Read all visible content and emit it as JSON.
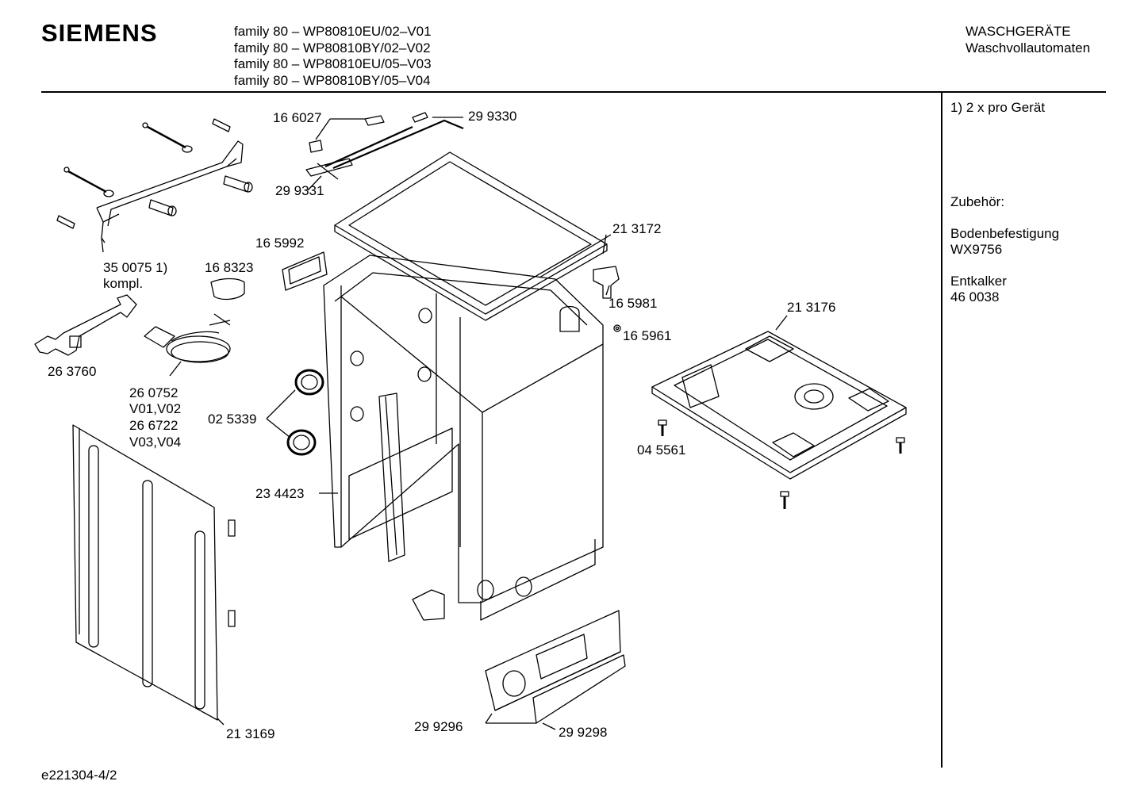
{
  "header": {
    "brand": "SIEMENS",
    "models": [
      "family 80 – WP80810EU/02–V01",
      "family 80 – WP80810BY/02–V02",
      "family 80 – WP80810EU/05–V03",
      "family 80 – WP80810BY/05–V04"
    ],
    "category": "WASCHGERÄTE",
    "subcategory": "Waschvollautomaten"
  },
  "sidebar": {
    "note": "1)  2 x pro Gerät",
    "accessories_title": "Zubehör:",
    "accessory_1_name": "Bodenbefestigung",
    "accessory_1_code": "WX9756",
    "accessory_2_name": "Entkalker",
    "accessory_2_code": "46 0038"
  },
  "parts": {
    "p166027": "16 6027",
    "p299330": "29 9330",
    "p299331": "29 9331",
    "p350075": "35 0075 1)",
    "p350075b": "kompl.",
    "p165992": "16 5992",
    "p168323": "16 8323",
    "p213172": "21 3172",
    "p165981": "16 5981",
    "p165961": "16 5961",
    "p213176": "21 3176",
    "p263760": "26 3760",
    "p260752": "26 0752",
    "p260752v": "V01,V02",
    "p266722": "26 6722",
    "p266722v": "V03,V04",
    "p025339": "02 5339",
    "p234423": "23 4423",
    "p045561": "04 5561",
    "p213169": "21 3169",
    "p299296": "29 9296",
    "p299298": "29 9298"
  },
  "footer": {
    "doc_id": "e221304-4/2"
  }
}
